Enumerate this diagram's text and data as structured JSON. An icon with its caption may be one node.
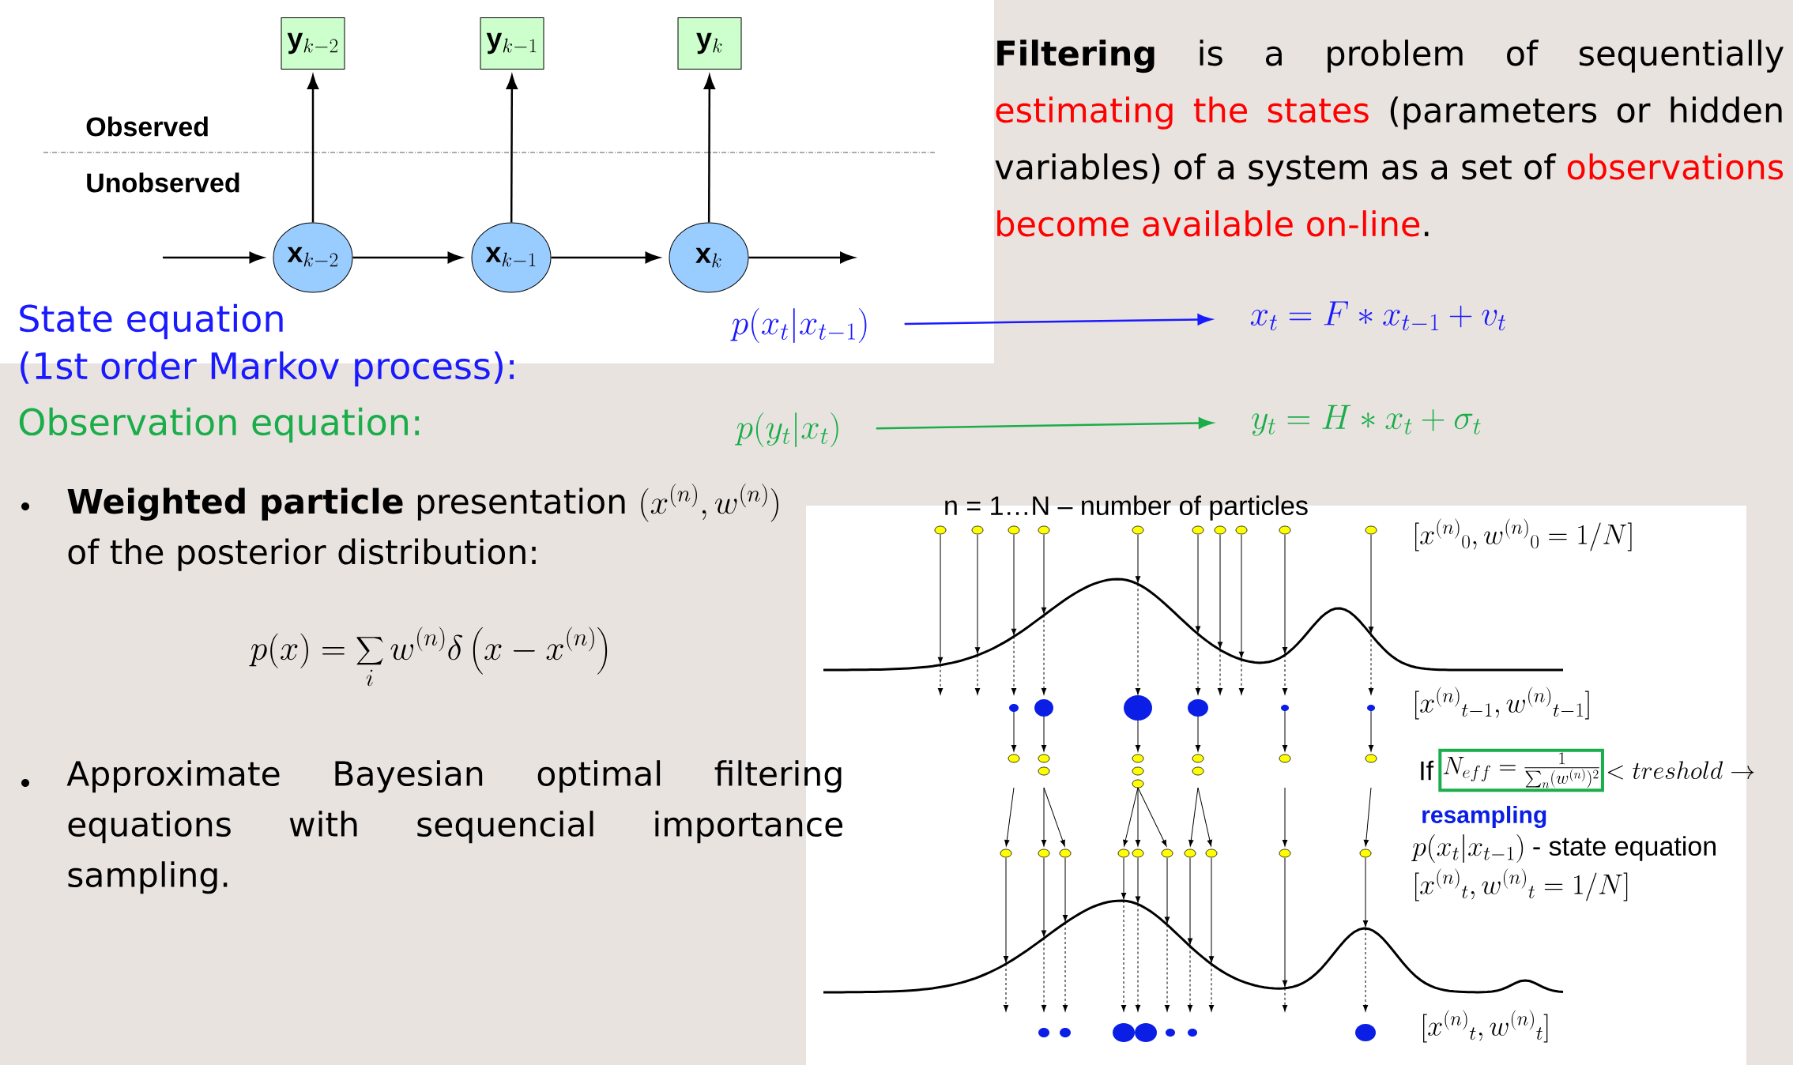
{
  "diagram": {
    "nodes": [
      {
        "text": [
          "\\mathbf{y}_{k-2}"
        ]
      },
      {
        "text": [
          "\\mathbf{y}_{k-1}"
        ]
      },
      {
        "text": [
          "\\mathbf{y}_{k}"
        ]
      },
      {
        "text": [
          "\\mathbf{x}_{k-2}"
        ]
      },
      {
        "text": [
          "\\mathbf{x}_{k-1}"
        ]
      },
      {
        "text": [
          "\\mathbf{x}_{k}"
        ]
      },
      {
        "text": [
          "p(x_t|x_{t-1})"
        ]
      },
      {
        "text": [
          "x_t = F * x_{t-1} + v_t"
        ]
      },
      {
        "text": [
          "p(y_t|x_t)"
        ]
      },
      {
        "text": [
          "y_t = H * x_t + \\sigma_t"
        ]
      }
    ],
    "edges": [
      {
        "from": 3,
        "to": 0,
        "arrow": "to"
      },
      {
        "from": 4,
        "to": 1,
        "arrow": "to"
      },
      {
        "from": 5,
        "to": 2,
        "arrow": "to"
      },
      {
        "from": null,
        "to": 3,
        "arrow": "to"
      },
      {
        "from": 3,
        "to": 4,
        "arrow": "to"
      },
      {
        "from": 4,
        "to": 5,
        "arrow": "to"
      },
      {
        "from": 5,
        "to": null,
        "arrow": "to"
      },
      {
        "from": 6,
        "to": 7,
        "arrow": "to",
        "color": "#1a1aff"
      },
      {
        "from": 8,
        "to": 9,
        "arrow": "to",
        "color": "#1aad4a"
      }
    ],
    "labels": [
      "Observed",
      "Unobserved",
      "**Filtering** is a problem of sequentially",
      "estimating the states",
      "(parameters or hidden variables) of a system as a set of",
      "observations become available on-line",
      ".",
      "State equation",
      "(1st order Markov process):",
      "Observation equation:",
      "**Weighted particle** presentation",
      "(x^{(n)}, w^{(n)})",
      "of the posterior distribution:",
      "p(x) = \\sum_i w^{(n)} \\delta\\left(x - x^{(n)}\\right)",
      "Approximate Bayesian optimal filtering equations with sequencial importance sampling.",
      "n = 1…N – number of particles",
      "[{x^{(n)}}_0, {w^{(n)}}_0 = 1/N]",
      "[{x^{(n)}}_{t-1}, {w^{(n)}}_{t-1}]",
      "If",
      "N_{eff} = \\frac{1}{\\sum_n (w^{(n)})^2}",
      "< treshold \\rightarrow",
      "resampling",
      "p(x_t|x_{t-1})",
      "- state equation",
      "[{x^{(n)}}_t, {w^{(n)}}_t = 1/N]",
      "[{x^{(n)}}_t, {w^{(n)}}_t]"
    ]
  }
}
